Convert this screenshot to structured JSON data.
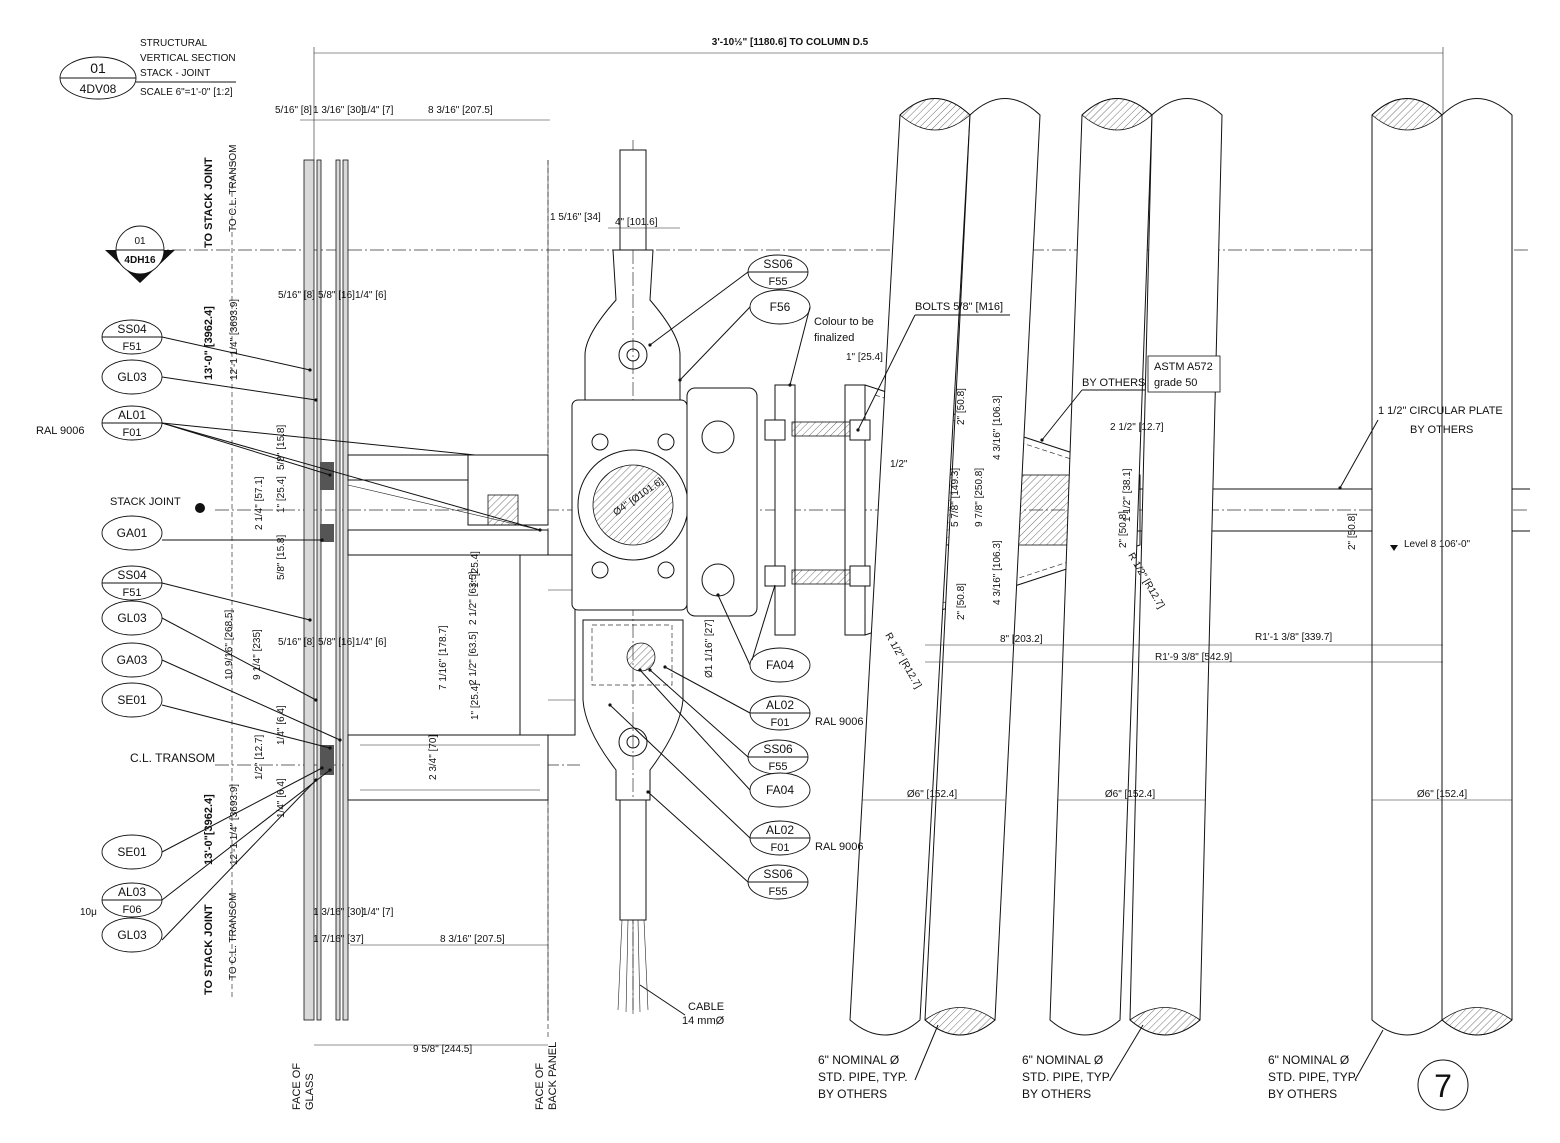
{
  "title_block": {
    "detail_number": "01",
    "sheet_ref": "4DV08",
    "title_lines": [
      "STRUCTURAL",
      "VERTICAL SECTION",
      "STACK - JOINT",
      "SCALE 6\"=1'-0\" [1:2]"
    ]
  },
  "section_marker": {
    "number": "01",
    "sheet": "4DH16"
  },
  "top_dimension": "3'-10½\" [1180.6]   TO COLUMN  D.5",
  "top_dims": [
    "5/16\" [8]",
    "1 3/16\" [30]",
    "1/4\" [7]",
    "8 3/16\" [207.5]"
  ],
  "vertical_labels": {
    "to_stack_joint_top": "TO STACK JOINT",
    "to_cl_transom_top": "TO C.L. TRANSOM",
    "height_top": "13'-0\" [3962.4]",
    "height_top_sub": "12'-1 1/4\" [3693.9]",
    "height_bottom": "13'-0\"[3962.4]",
    "height_bottom_sub": "12'-1 1/4\" [3693.9]",
    "to_stack_joint_bottom": "TO STACK JOINT",
    "to_cl_transom_bottom": "TO C.L. TRANSOM",
    "face_of_glass": [
      "FACE OF",
      "GLASS"
    ],
    "face_of_back_panel": [
      "FACE OF",
      "BACK PANEL"
    ]
  },
  "left_tags": [
    {
      "top": "SS04",
      "bottom": "F51"
    },
    {
      "top": "GL03",
      "bottom": ""
    },
    {
      "top": "AL01",
      "bottom": "F01"
    },
    {
      "top": "GA01",
      "bottom": ""
    },
    {
      "top": "SS04",
      "bottom": "F51"
    },
    {
      "top": "GL03",
      "bottom": ""
    },
    {
      "top": "GA03",
      "bottom": ""
    },
    {
      "top": "SE01",
      "bottom": ""
    },
    {
      "top": "SE01",
      "bottom": ""
    },
    {
      "top": "AL03",
      "bottom": "F06"
    },
    {
      "top": "GL03",
      "bottom": ""
    }
  ],
  "left_notes": {
    "ral_left": "RAL 9006",
    "stack_joint": "STACK JOINT",
    "cl_transom": "C.L. TRANSOM",
    "micron": "10μ"
  },
  "middle_tags": [
    {
      "top": "SS06",
      "bottom": "F55"
    },
    {
      "top": "F56",
      "bottom": ""
    },
    {
      "top": "FA04",
      "bottom": ""
    },
    {
      "top": "AL02",
      "bottom": "F01"
    },
    {
      "top": "SS06",
      "bottom": "F55"
    },
    {
      "top": "FA04",
      "bottom": ""
    },
    {
      "top": "AL02",
      "bottom": "F01"
    },
    {
      "top": "SS06",
      "bottom": "F55"
    }
  ],
  "middle_notes": {
    "colour_note": [
      "Colour to be",
      "finalized"
    ],
    "ral_1": "RAL 9006",
    "ral_2": "RAL 9006",
    "cable": [
      "CABLE",
      "14 mmØ"
    ],
    "bolts": "BOLTS 5/8\"  [M16]",
    "by_others": "BY OTHERS",
    "astm": [
      "ASTM A572",
      "grade 50"
    ],
    "plate": [
      "1 1/2\" CIRCULAR PLATE",
      "BY OTHERS"
    ],
    "level": "Level 8   106'-0\""
  },
  "inner_dims": {
    "d_1516": "1 5/16\" [34]",
    "d_4in": "4\" [101.6]",
    "d_1in": "1\" [25.4]",
    "d_dia4": "Ø4\" [Ø101.6]",
    "d_2in_a": "2\" [50.8]",
    "d_4316_a": "4 3/16\" [106.3]",
    "d_4316_b": "4 3/16\" [106.3]",
    "d_2in_b": "2\" [50.8]",
    "d_2in_c": "2\" [50.8]",
    "d_2in_d": "2\" [50.8]",
    "d_12": "1/2\"",
    "d_8in": "8\" [203.2]",
    "d_r1138": "R1'-1 3/8\" [339.7]",
    "d_r1938": "R1'-9 3/8\" [542.9]",
    "d_r12": "R 1/2\" [R12.7]",
    "d_dia116": "Ø1 1/16\" [27]",
    "d_178": "7 1/16\" [178.7]",
    "d_635a": "2 1/2\" [63.5]",
    "d_635b": "2 1/2\" [63.5]",
    "d_254a": "1\" [25.4]",
    "d_254b": "1\" [25.4]",
    "d_70": "2 3/4\" [70]",
    "d_1493": "5 7/8\" [149.3]",
    "d_2508": "9 7/8\" [250.8]",
    "d_381": "1 1/2\" [38.1]",
    "d_127": "2 1/2\" [12.7]",
    "d_2585": "10 9/16\" [268.5]",
    "d_235": "9 1/4\" [235]",
    "d_571": "2 1/4\" [57.1]",
    "d_158a": "5/8\" [15.8]",
    "d_158b": "5/8\" [15.8]",
    "d_8a": "5/16\" [8]",
    "d_8b": "5/16\" [8]",
    "d_16a": "5/8\" [16]",
    "d_16b": "5/8\" [16]",
    "d_6a": "1/4\" [6]",
    "d_6b": "1/4\" [6]",
    "d_64a": "1/4\" [6.4]",
    "d_64b": "1/4\" [6.4]",
    "d_127b": "1/2\" [12.7]",
    "d_254c": "1\" [25.4]",
    "d_30b": "1 3/16\" [30]",
    "d_7b": "1/4\" [7]",
    "d_37": "1 7/16\" [37]",
    "d_2075b": "8 3/16\" [207.5]",
    "d_2445": "9 5/8\" [244.5]"
  },
  "pipes": {
    "diameter": "Ø6\" [152.4]",
    "note": [
      "6\" NOMINAL   Ø",
      "STD. PIPE, TYP.",
      "BY OTHERS"
    ]
  },
  "page_number": "7"
}
